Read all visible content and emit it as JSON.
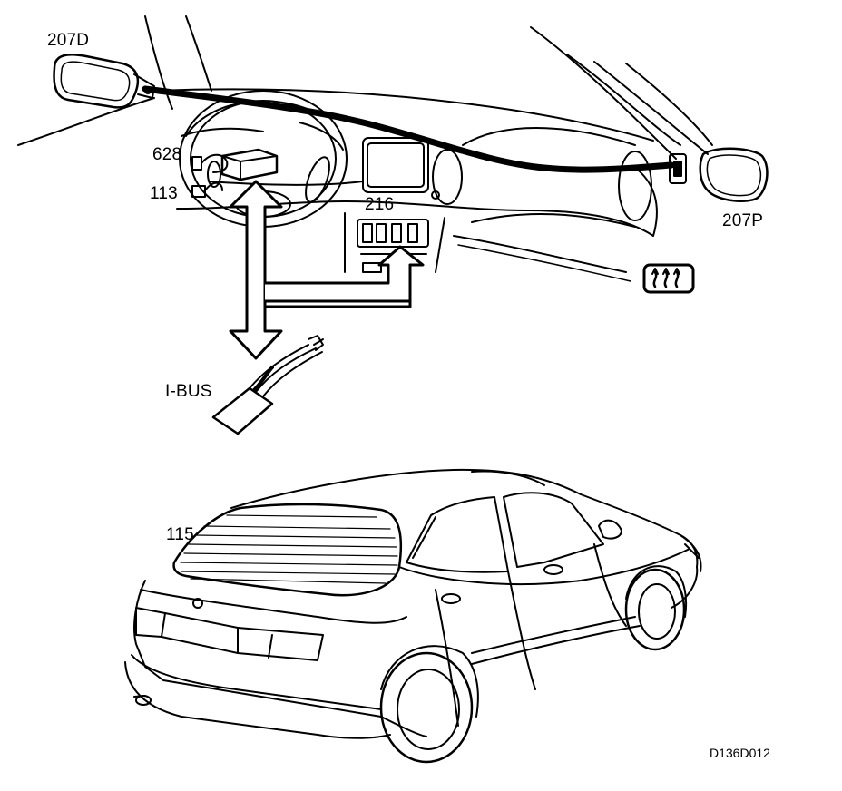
{
  "labels": {
    "mirror_driver": "207D",
    "mirror_passenger": "207P",
    "component_628": "628",
    "component_113": "113",
    "control_panel": "216",
    "ibus": "I-BUS",
    "rear_window": "115"
  },
  "figure_code": "D136D012",
  "icons": {
    "defrost": "rear-window-defrost-icon"
  },
  "colors": {
    "line": "#000000",
    "background": "#ffffff"
  }
}
